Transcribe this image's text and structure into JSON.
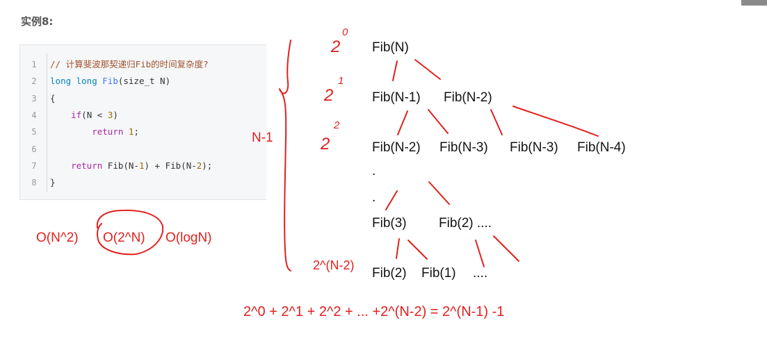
{
  "heading": "实例8:",
  "code": {
    "lines": [
      {
        "num": "1",
        "parts": [
          {
            "t": "// 计算斐波那契递归Fib的时间复杂度?",
            "c": "c-comment"
          }
        ]
      },
      {
        "num": "2",
        "parts": [
          {
            "t": "long long ",
            "c": "c-type"
          },
          {
            "t": "Fib",
            "c": "c-fn"
          },
          {
            "t": "(size_t N)",
            "c": "c-op"
          }
        ]
      },
      {
        "num": "3",
        "parts": [
          {
            "t": "{",
            "c": "c-op"
          }
        ]
      },
      {
        "num": "4",
        "parts": [
          {
            "t": "    ",
            "c": "c-op"
          },
          {
            "t": "if",
            "c": "c-kw"
          },
          {
            "t": "(N < ",
            "c": "c-op"
          },
          {
            "t": "3",
            "c": "c-num"
          },
          {
            "t": ")",
            "c": "c-op"
          }
        ]
      },
      {
        "num": "5",
        "parts": [
          {
            "t": "        ",
            "c": "c-op"
          },
          {
            "t": "return",
            "c": "c-kw"
          },
          {
            "t": " ",
            "c": "c-op"
          },
          {
            "t": "1",
            "c": "c-num"
          },
          {
            "t": ";",
            "c": "c-op"
          }
        ]
      },
      {
        "num": "6",
        "parts": [
          {
            "t": "",
            "c": "c-op"
          }
        ]
      },
      {
        "num": "7",
        "parts": [
          {
            "t": "    ",
            "c": "c-op"
          },
          {
            "t": "return",
            "c": "c-kw"
          },
          {
            "t": " Fib(N-",
            "c": "c-op"
          },
          {
            "t": "1",
            "c": "c-num"
          },
          {
            "t": ") + Fib(N-",
            "c": "c-op"
          },
          {
            "t": "2",
            "c": "c-num"
          },
          {
            "t": ");",
            "c": "c-op"
          }
        ]
      },
      {
        "num": "8",
        "parts": [
          {
            "t": "}",
            "c": "c-op"
          }
        ]
      }
    ]
  },
  "options": {
    "a": "O(N^2)",
    "b": "O(2^N)",
    "c": "O(logN)"
  },
  "tree": {
    "root": "Fib(N)",
    "level1": [
      "Fib(N-1)",
      "Fib(N-2)"
    ],
    "level2": [
      "Fib(N-2)",
      "Fib(N-3)",
      "Fib(N-3)",
      "Fib(N-4)"
    ],
    "dots": [
      ".",
      "."
    ],
    "level3": [
      "Fib(3)",
      "Fib(2) ...."
    ],
    "level4": [
      "Fib(2)",
      "Fib(1)",
      "...."
    ]
  },
  "annotations": {
    "depth": "N-1",
    "last_level": "2^(N-2)",
    "pow_base": "2",
    "pow_exps": [
      "0",
      "1",
      "2"
    ],
    "sum": "2^0 + 2^1 + 2^2 + ... +2^(N-2) = 2^(N-1) -1"
  },
  "colors": {
    "ink": "#e0201e",
    "text": "#111111",
    "code_bg": "#f6f7f8"
  }
}
